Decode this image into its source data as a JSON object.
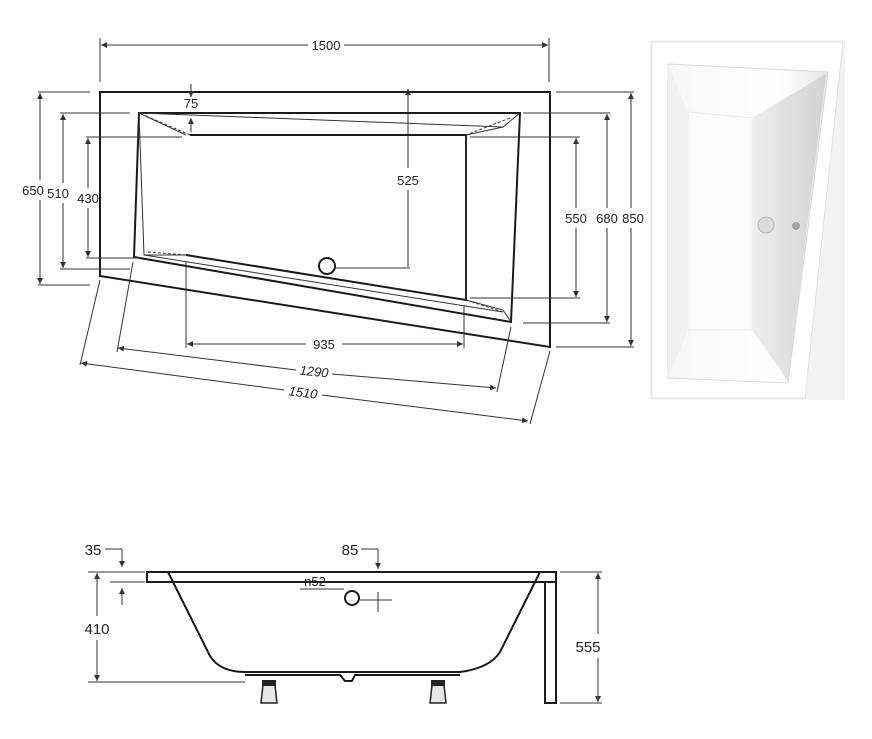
{
  "top_view": {
    "width_overall": "1500",
    "rim_offset": "75",
    "height_650": "650",
    "height_510": "510",
    "height_430": "430",
    "drain_distance": "525",
    "height_550": "550",
    "height_680": "680",
    "height_850": "850",
    "bottom_935": "935",
    "diag_1290": "1290",
    "diag_1510": "1510"
  },
  "side_view": {
    "rim_35": "35",
    "overflow_85": "85",
    "overflow_dia": "n52",
    "depth_410": "410",
    "height_555": "555"
  },
  "colors": {
    "line": "#1a1a1a",
    "photo_background": "#f2f2f2",
    "tub_white": "#ffffff"
  }
}
